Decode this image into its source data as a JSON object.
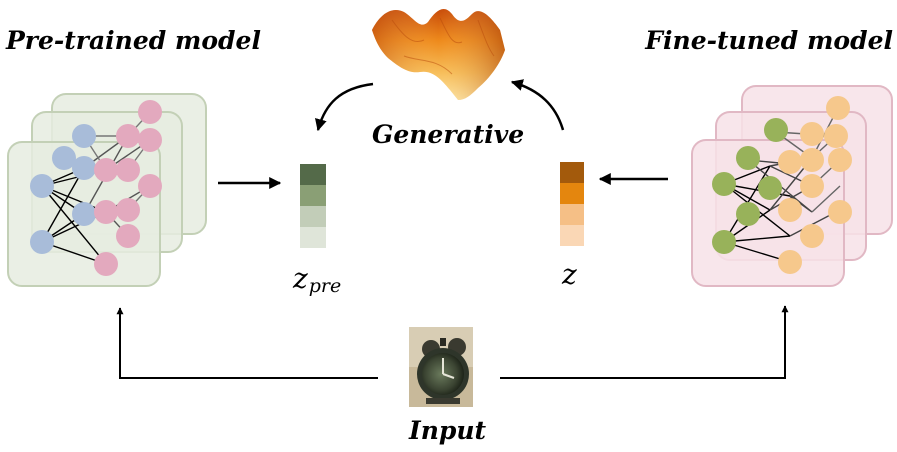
{
  "labels": {
    "pretrained": "Pre-trained model",
    "finetuned": "Fine-tuned model",
    "generative": "Generative",
    "input": "Input"
  },
  "latents": {
    "pre": {
      "base": "z",
      "sub": "pre"
    },
    "fine": {
      "base": "z"
    }
  },
  "colors": {
    "pre_panel_fill": "#e6ece1",
    "pre_panel_stroke": "#c3d0b6",
    "fine_panel_fill": "#f7e2e7",
    "fine_panel_stroke": "#e1b8c4",
    "node_blue": "#a8bcd9",
    "node_pink": "#e3a9be",
    "node_olive": "#98b25a",
    "node_orange": "#f6c88c",
    "zpre_cells": [
      "#546a49",
      "#8a9f75",
      "#c2cdb8",
      "#dfe5d9"
    ],
    "z_cells": [
      "#a35a0c",
      "#e4860e",
      "#f5bf86",
      "#fad7b5"
    ]
  },
  "icons": {
    "surface": "generative-surface-icon",
    "input": "alarm-clock-photo"
  }
}
